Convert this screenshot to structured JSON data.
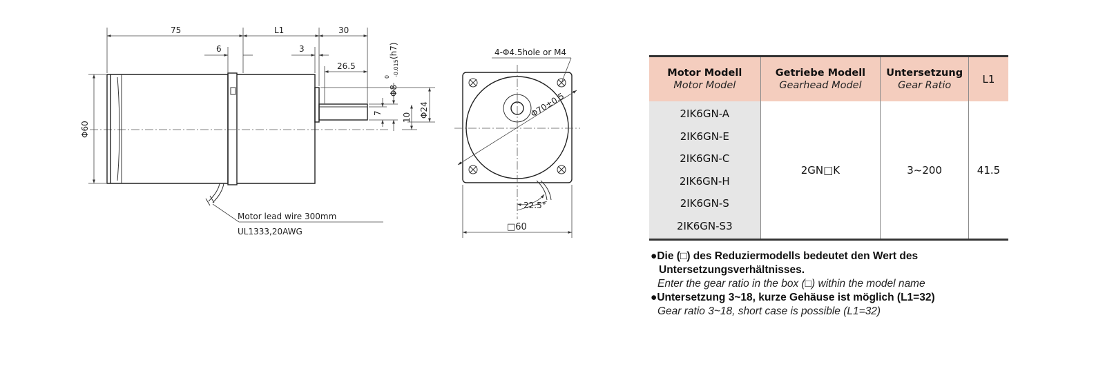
{
  "side_view": {
    "dim_75": "75",
    "dim_l1": "L1",
    "dim_30": "30",
    "dim_6": "6",
    "dim_3": "3",
    "dim_26_5": "26.5",
    "dim_phi60": "Φ60",
    "dim_phi8": "Φ8",
    "dim_phi8_tol_upper": "0",
    "dim_phi8_tol_lower": "-0.015",
    "dim_phi8_fit": "(h7)",
    "dim_7": "7",
    "dim_10": "10",
    "dim_phi24": "Φ24",
    "lead_wire_line1": "Motor lead wire 300mm",
    "lead_wire_line2": "UL1333,20AWG"
  },
  "front_view": {
    "hole_label": "4-Φ4.5hole or M4",
    "pcd_label": "Φ70±0.5",
    "angle_label": "22.5°",
    "square_label": "□60"
  },
  "table": {
    "headers": [
      {
        "de": "Motor Modell",
        "en": "Motor Model"
      },
      {
        "de": "Getriebe Modell",
        "en": "Gearhead Model"
      },
      {
        "de": "Untersetzung",
        "en": "Gear Ratio"
      },
      {
        "de": "L1",
        "en": ""
      }
    ],
    "motor_models": [
      "2IK6GN-A",
      "2IK6GN-E",
      "2IK6GN-C",
      "2IK6GN-H",
      "2IK6GN-S",
      "2IK6GN-S3"
    ],
    "gearhead_model": "2GN□K",
    "gear_ratio": "3~200",
    "l1": "41.5"
  },
  "notes": {
    "note1_de_a": "●Die (□) des Reduziermodells bedeutet den Wert des",
    "note1_de_b": "Untersetzungsverhältnisses.",
    "note1_en": "Enter the gear ratio in the box (□) within the model name",
    "note2_de": "●Untersetzung 3~18, kurze Gehäuse ist möglich (L1=32)",
    "note2_en": "Gear ratio 3~18, short case is possible (L1=32)"
  }
}
